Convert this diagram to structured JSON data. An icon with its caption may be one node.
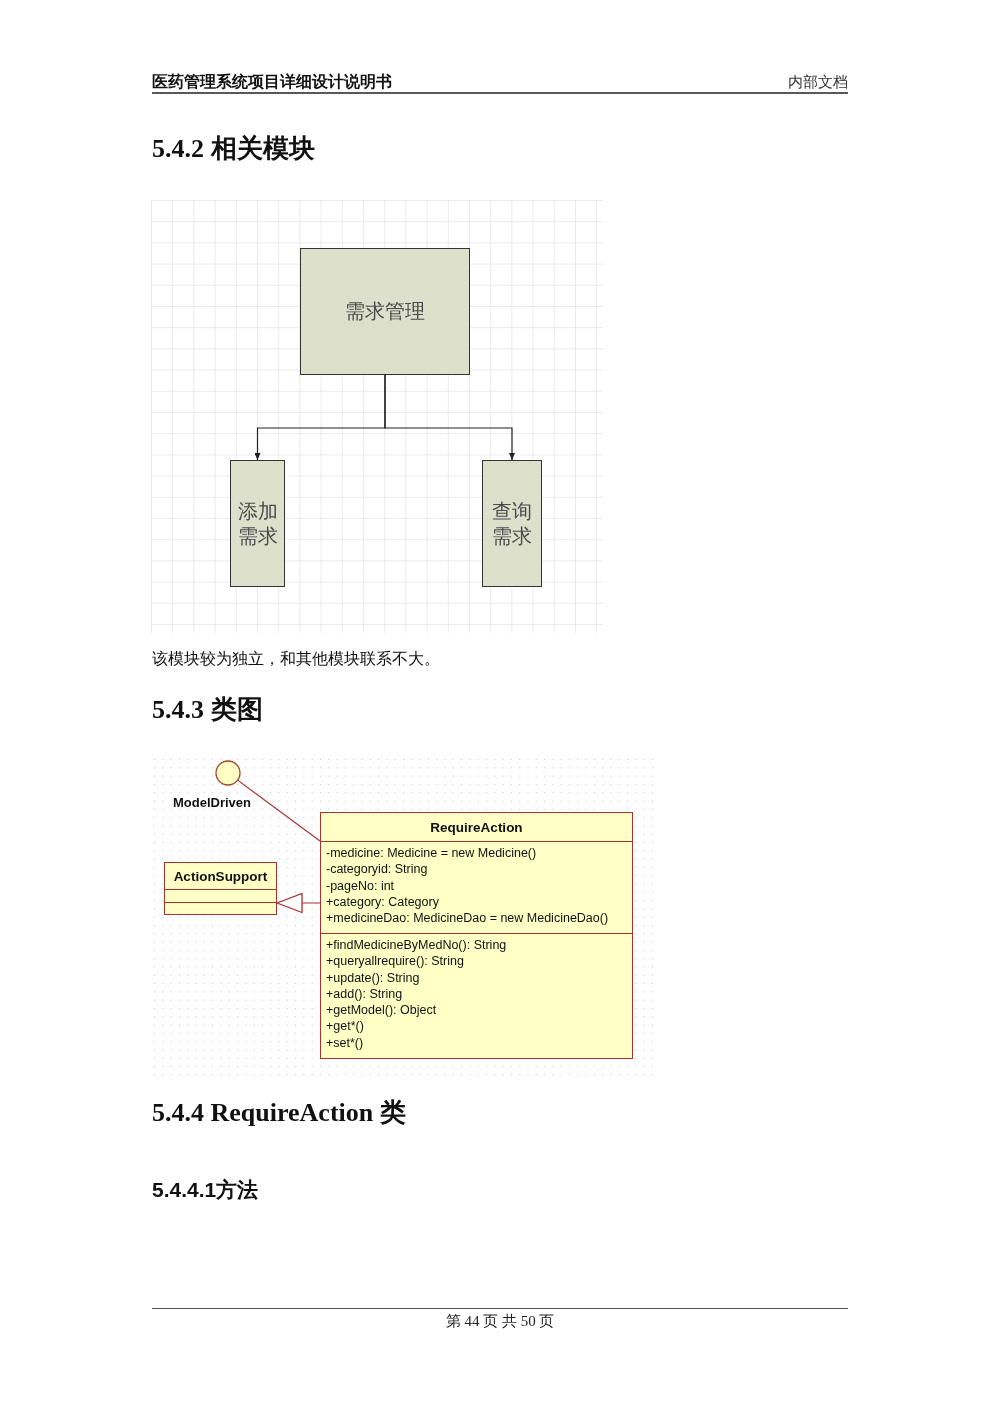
{
  "diagram": {
    "nodes": [
      {
        "text": [
          "需求管理"
        ]
      },
      {
        "text": [
          "添加需求"
        ]
      },
      {
        "text": [
          "查询需求"
        ]
      },
      {
        "text": [
          "ModelDriven"
        ]
      },
      {
        "text": [
          "ActionSupport"
        ]
      },
      {
        "text": [
          "RequireAction",
          "-medicine: Medicine = new Medicine()",
          "-categoryid: String",
          "-pageNo: int",
          "+category: Category",
          "+medicineDao: MedicineDao = new MedicineDao()",
          "+findMedicineByMedNo(): String",
          "+queryallrequire(): String",
          "+update(): String",
          "+add(): String",
          "+getModel(): Object",
          "+get*()",
          "+set*()"
        ]
      }
    ],
    "edges": [
      {
        "from": 0,
        "to": 1,
        "arrow": "to"
      },
      {
        "from": 0,
        "to": 2,
        "arrow": "to"
      },
      {
        "from": 5,
        "to": 3,
        "arrow": "none",
        "color": "#a8322f"
      },
      {
        "from": 5,
        "to": 4,
        "arrow": "to",
        "color": "#a8322f"
      }
    ],
    "labels": [
      "医药管理系统项目详细设计说明书",
      "内部文档",
      "5.4.2 相关模块",
      "该模块较为独立，和其他模块联系不大。",
      "5.4.3 类图",
      "5.4.4 RequireAction 类",
      "5.4.4.1方法",
      "第 44 页 共 50 页"
    ]
  }
}
